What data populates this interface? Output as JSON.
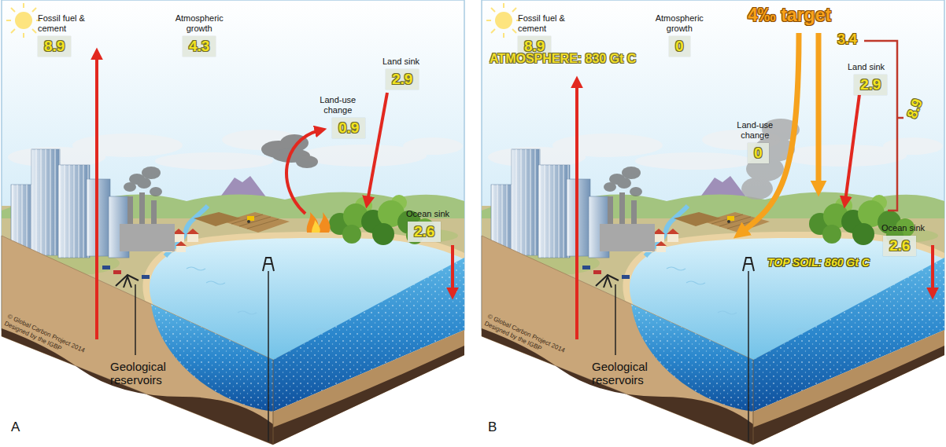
{
  "diagram": {
    "nodes": [
      {
        "text": [
          "Fossil fuel & cement",
          "8.9"
        ]
      },
      {
        "text": [
          "Atmospheric growth",
          "4.3"
        ]
      },
      {
        "text": [
          "Land-use change",
          "0.9"
        ]
      },
      {
        "text": [
          "Land sink",
          "2.9"
        ]
      },
      {
        "text": [
          "Ocean sink",
          "2.6"
        ]
      },
      {
        "text": [
          "Fossil fuel & cement",
          "8.9"
        ]
      },
      {
        "text": [
          "Atmospheric growth",
          "0"
        ]
      },
      {
        "text": [
          "Land-use change",
          "0"
        ]
      },
      {
        "text": [
          "Land sink",
          "2.9"
        ]
      },
      {
        "text": [
          "Ocean sink",
          "2.6"
        ]
      }
    ],
    "labels": [
      "© Global Carbon Project 2014 Designed by the IGBP",
      "Geological reservoirs",
      "A",
      "ATMOSPHERE: 830 Gt C",
      "4‰ target",
      "3.4",
      "8.9",
      "TOP SOIL: 860 Gt C",
      "© Global Carbon Project 2014 Designed by the IGBP",
      "Geological reservoirs",
      "B"
    ]
  }
}
